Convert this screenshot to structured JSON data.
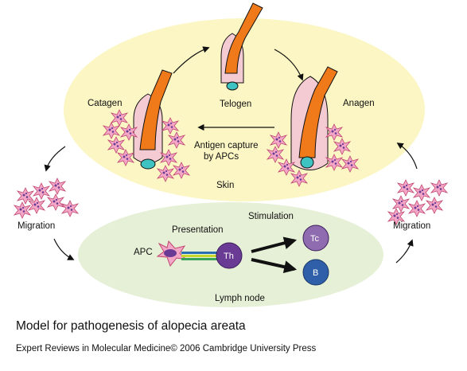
{
  "colors": {
    "skin_fill": "#fbf6c4",
    "lymph_fill": "#e6f0d6",
    "hair_orange": "#f07a1a",
    "follicle_pink": "#f4cbd3",
    "papilla_teal": "#3fc2c2",
    "apc_pink": "#f3a6c6",
    "lymphocyte_purple": "#6a3b95"
  },
  "diagram": {
    "stages": {
      "catagen": "Catagen",
      "telogen": "Telogen",
      "anagen": "Anagen"
    },
    "antigen_capture": [
      "Antigen capture",
      "by APCs"
    ],
    "skin": "Skin",
    "migration_left": "Migration",
    "migration_right": "Migration",
    "presentation": "Presentation",
    "stimulation": "Stimulation",
    "apc": "APC",
    "th": "Th",
    "tc": "Tc",
    "b": "B",
    "lymph_node": "Lymph node"
  },
  "caption": "Model for pathogenesis of alopecia areata",
  "credit": "Expert Reviews in Molecular Medicine© 2006 Cambridge University Press"
}
